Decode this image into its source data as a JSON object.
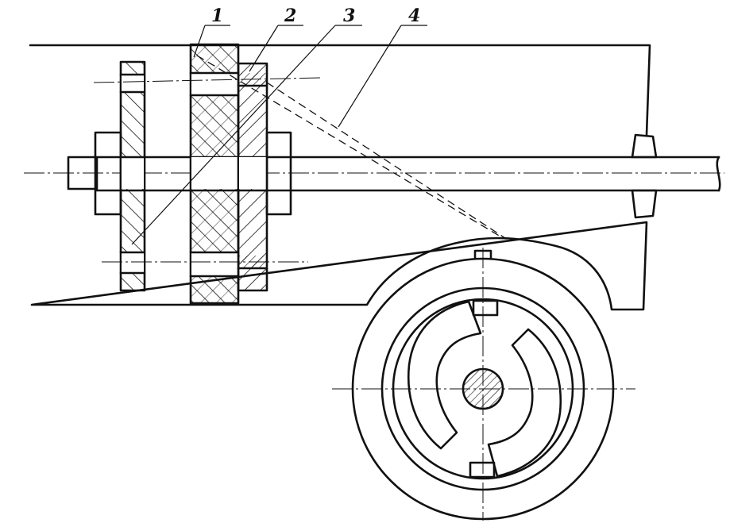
{
  "drawing": {
    "callouts": [
      {
        "id": "1",
        "text": "1"
      },
      {
        "id": "2",
        "text": "2"
      },
      {
        "id": "3",
        "text": "3"
      },
      {
        "id": "4",
        "text": "4"
      }
    ]
  }
}
